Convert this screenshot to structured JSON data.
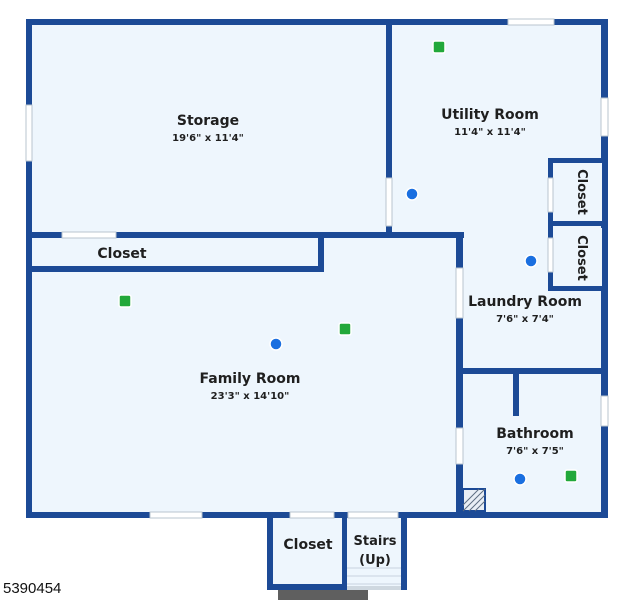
{
  "floorplan": {
    "rooms": [
      {
        "id": "storage",
        "name": "Storage",
        "dims": "19'6\" x 11'4\""
      },
      {
        "id": "utility",
        "name": "Utility Room",
        "dims": "11'4\" x 11'4\""
      },
      {
        "id": "closet-upper",
        "name": "Closet",
        "dims": ""
      },
      {
        "id": "closet-right-1",
        "name": "Closet",
        "dims": ""
      },
      {
        "id": "closet-right-2",
        "name": "Closet",
        "dims": ""
      },
      {
        "id": "laundry",
        "name": "Laundry Room",
        "dims": "7'6\" x 7'4\""
      },
      {
        "id": "family",
        "name": "Family Room",
        "dims": "23'3\" x 14'10\""
      },
      {
        "id": "bathroom",
        "name": "Bathroom",
        "dims": "7'6\" x 7'5\""
      },
      {
        "id": "closet-bottom",
        "name": "Closet",
        "dims": ""
      },
      {
        "id": "stairs",
        "name": "Stairs",
        "sub": "(Up)"
      }
    ],
    "colors": {
      "wall": "#1c4a96",
      "floor": "#eef6fd",
      "marker_blue": "#1a6fe0",
      "marker_green": "#22a83a"
    }
  },
  "listing_id": "5390454"
}
